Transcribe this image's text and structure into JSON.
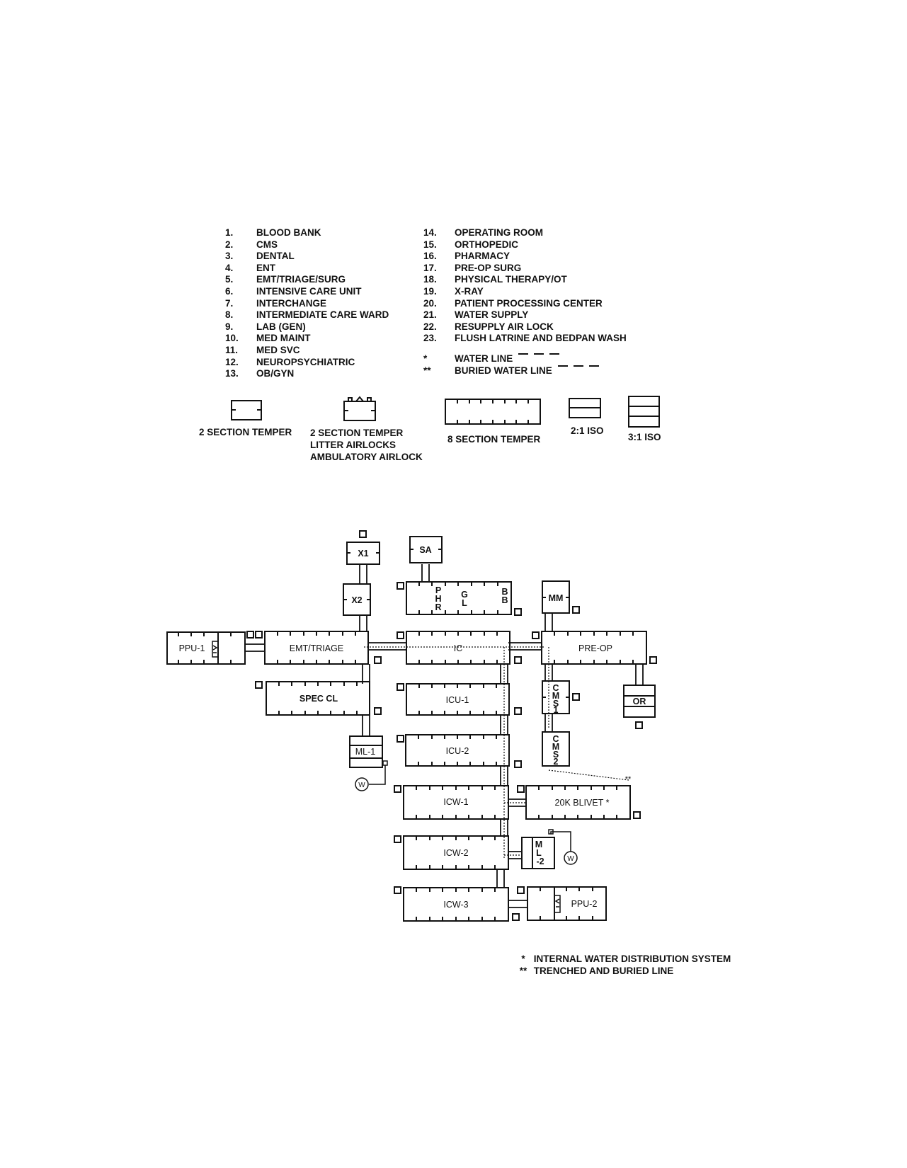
{
  "legend_left": [
    {
      "num": "1.",
      "label": "BLOOD BANK"
    },
    {
      "num": "2.",
      "label": "CMS"
    },
    {
      "num": "3.",
      "label": "DENTAL"
    },
    {
      "num": "4.",
      "label": "ENT"
    },
    {
      "num": "5.",
      "label": "EMT/TRIAGE/SURG"
    },
    {
      "num": "6.",
      "label": "INTENSIVE CARE UNIT"
    },
    {
      "num": "7.",
      "label": "INTERCHANGE"
    },
    {
      "num": "8.",
      "label": "INTERMEDIATE CARE WARD"
    },
    {
      "num": "9.",
      "label": "LAB (GEN)"
    },
    {
      "num": "10.",
      "label": "MED MAINT"
    },
    {
      "num": "11.",
      "label": "MED SVC"
    },
    {
      "num": "12.",
      "label": "NEUROPSYCHIATRIC"
    },
    {
      "num": "13.",
      "label": "OB/GYN"
    }
  ],
  "legend_right": [
    {
      "num": "14.",
      "label": "OPERATING ROOM"
    },
    {
      "num": "15.",
      "label": "ORTHOPEDIC"
    },
    {
      "num": "16.",
      "label": "PHARMACY"
    },
    {
      "num": "17.",
      "label": "PRE-OP SURG"
    },
    {
      "num": "18.",
      "label": "PHYSICAL THERAPY/OT"
    },
    {
      "num": "19.",
      "label": "X-RAY"
    },
    {
      "num": "20.",
      "label": "PATIENT PROCESSING CENTER"
    },
    {
      "num": "21.",
      "label": "WATER SUPPLY"
    },
    {
      "num": "22.",
      "label": "RESUPPLY AIR LOCK"
    },
    {
      "num": "23.",
      "label": "FLUSH LATRINE AND BEDPAN WASH"
    }
  ],
  "line_legend": [
    {
      "mark": "*",
      "label": "WATER LINE"
    },
    {
      "mark": "**",
      "label": "BURIED WATER LINE"
    }
  ],
  "symbol_captions": {
    "two_section": "2 SECTION TEMPER",
    "airlocks_line1": "2 SECTION TEMPER",
    "airlocks_line2": "LITTER AIRLOCKS",
    "airlocks_line3": "AMBULATORY AIRLOCK",
    "eight_section": "8 SECTION TEMPER",
    "iso_2_1": "2:1 ISO",
    "iso_3_1": "3:1 ISO"
  },
  "units": {
    "x1": "X1",
    "x2": "X2",
    "sa": "SA",
    "phr": [
      "P",
      "H",
      "R"
    ],
    "gl": [
      "G",
      "L"
    ],
    "bb": [
      "B",
      "B"
    ],
    "mm": "MM",
    "ppu1": "PPU-1",
    "emt": "EMT/TRIAGE",
    "ic": "IC",
    "preop": "PRE-OP",
    "specl": "SPEC CL",
    "icu1": "ICU-1",
    "icu2": "ICU-2",
    "cms1": [
      "C",
      "M",
      "S",
      "1"
    ],
    "cms2": [
      "C",
      "M",
      "S",
      "2"
    ],
    "or": "OR",
    "ml1": "ML-1",
    "w": "W",
    "icw1": "ICW-1",
    "blivet": "20K BLIVET  *",
    "dstar": "**",
    "icw2": "ICW-2",
    "ml2": [
      "M",
      "L",
      "-2"
    ],
    "icw3": "ICW-3",
    "ppu2": "PPU-2"
  },
  "footnotes": [
    {
      "mark": "*",
      "text": "INTERNAL WATER DISTRIBUTION SYSTEM"
    },
    {
      "mark": "**",
      "text": "TRENCHED AND BURIED LINE"
    }
  ]
}
